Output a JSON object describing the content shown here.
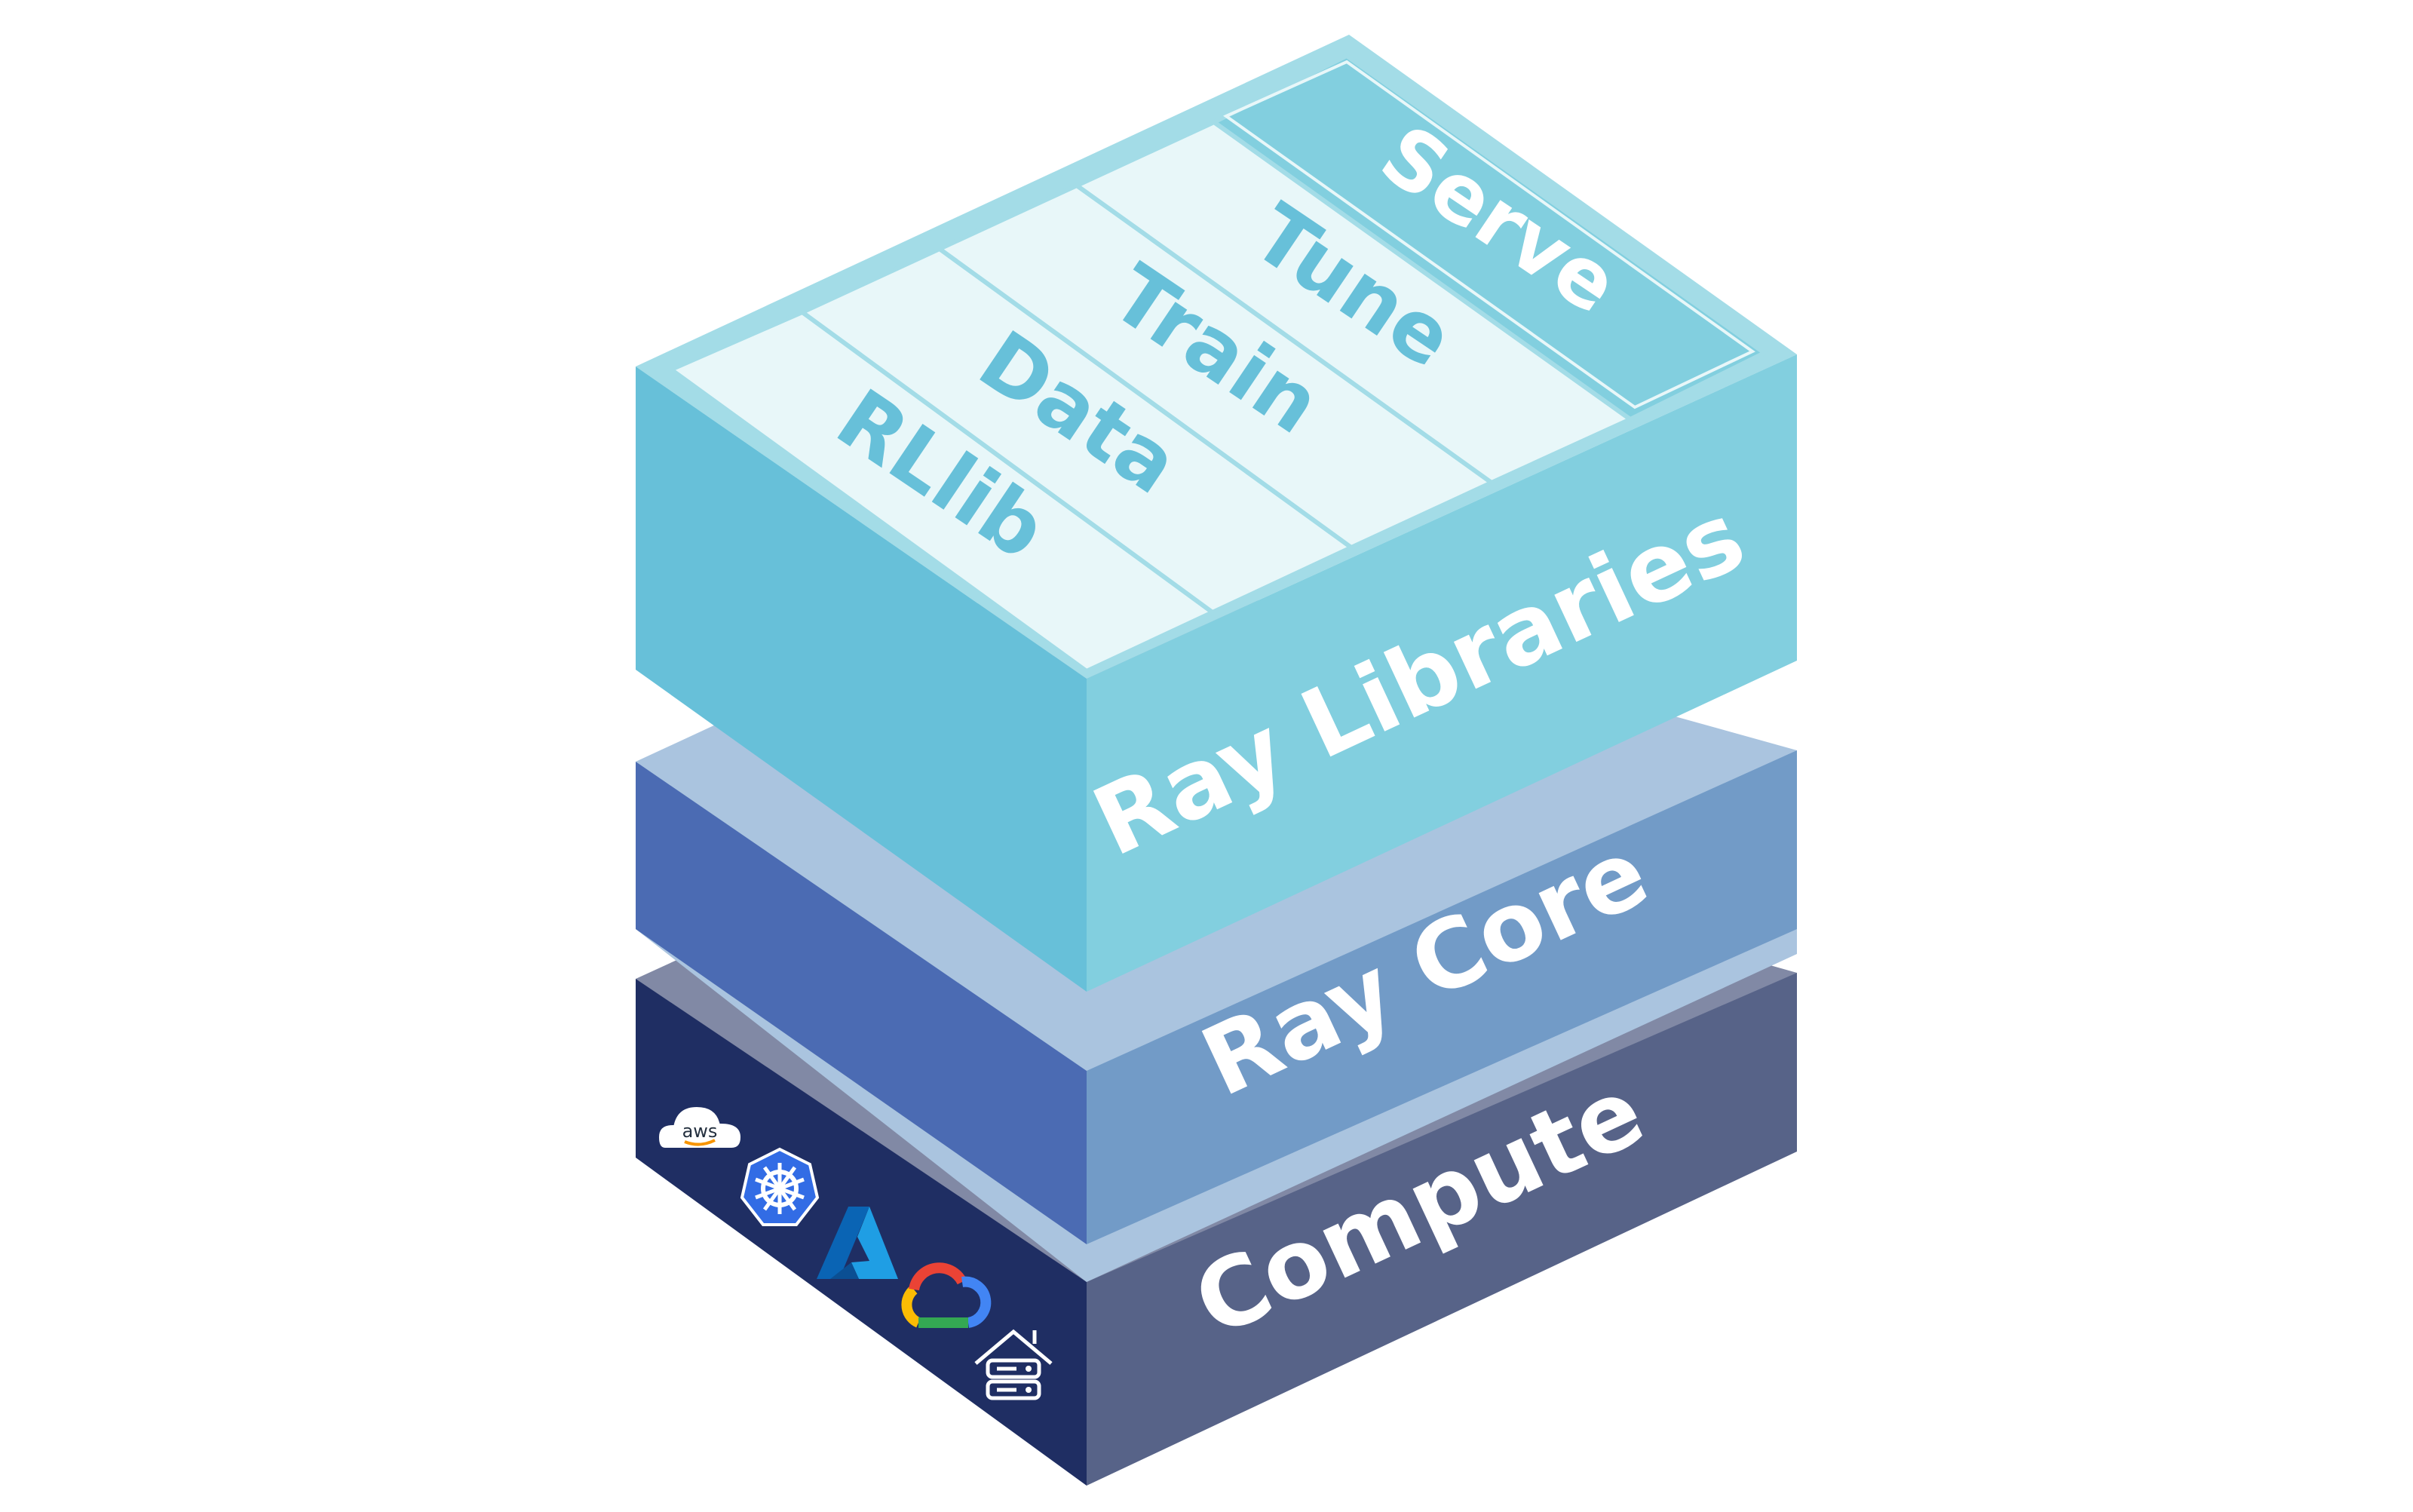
{
  "layers": {
    "libraries": {
      "label": "Ray Libraries",
      "color_top": "#a3dce7",
      "color_left": "#67c0d9",
      "color_right": "#82cfdf"
    },
    "core": {
      "label": "Ray Core",
      "color_top": "#aac4df",
      "color_left": "#4b6bb3",
      "color_right": "#729bc7"
    },
    "compute": {
      "label": "Compute",
      "color_top": "#8189a5",
      "color_left": "#1f2e63",
      "color_right": "#576388"
    }
  },
  "libraries": [
    {
      "label": "RLlib"
    },
    {
      "label": "Data"
    },
    {
      "label": "Train"
    },
    {
      "label": "Tune"
    },
    {
      "label": "Serve"
    }
  ],
  "compute_icons": [
    {
      "name": "aws-icon",
      "label": "aws"
    },
    {
      "name": "kubernetes-icon"
    },
    {
      "name": "azure-icon"
    },
    {
      "name": "google-cloud-icon"
    },
    {
      "name": "on-premise-server-icon"
    }
  ],
  "colors": {
    "library_text": "#67c0d9",
    "layer_text": "#ffffff",
    "lib_cell": "#e8f7f9",
    "lib_cell_serve": "#82cfdf"
  }
}
